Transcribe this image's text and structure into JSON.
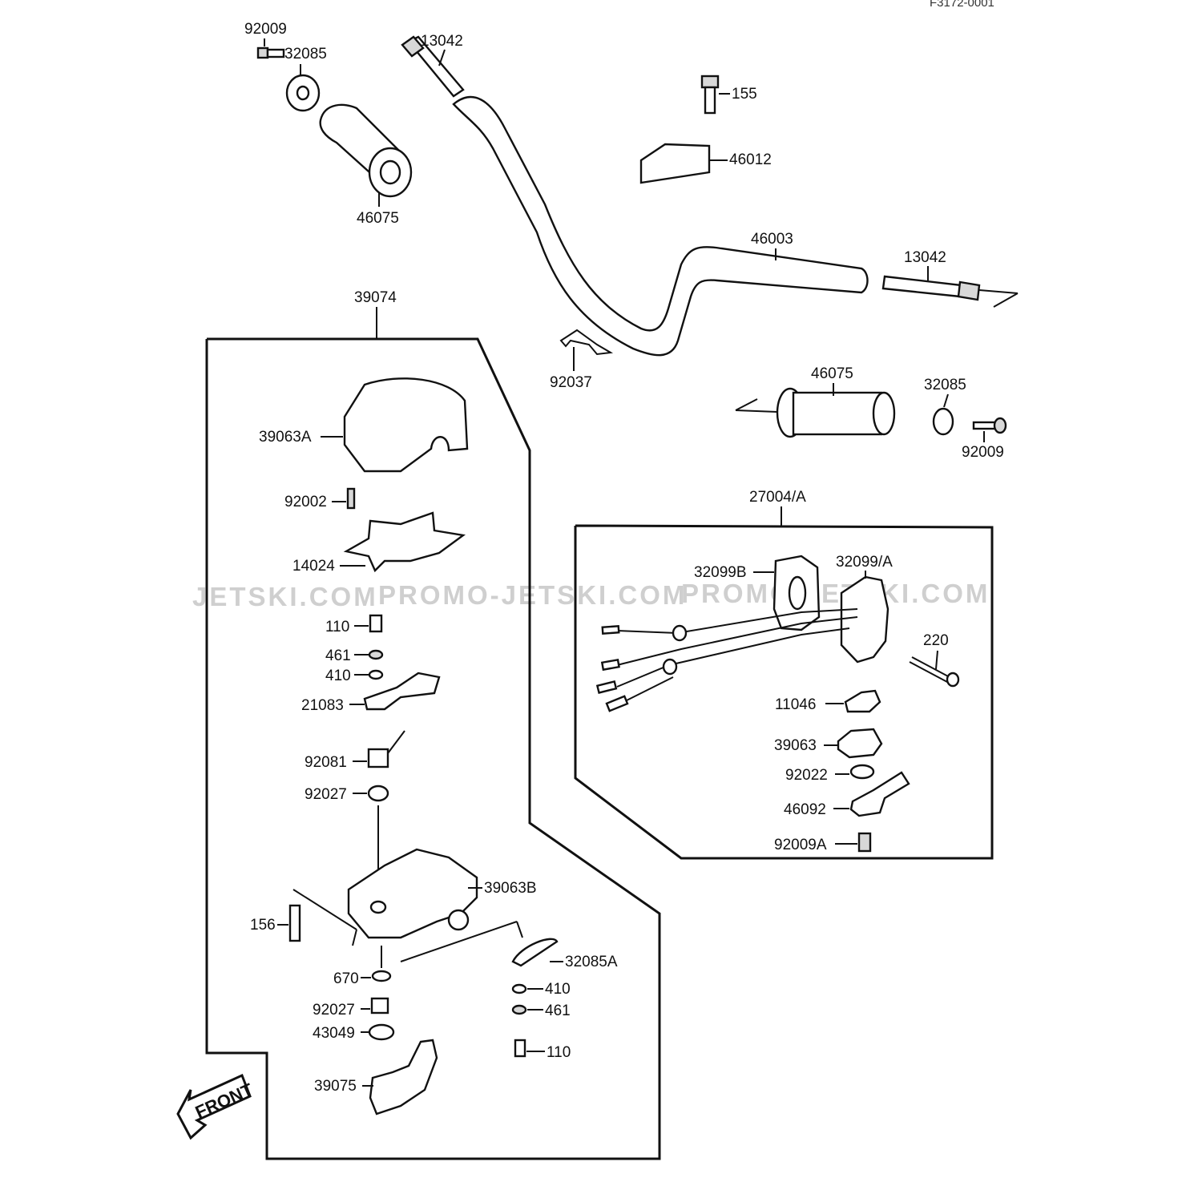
{
  "diagram": {
    "drawing_code": "F3172-0001",
    "watermarks": [
      "JETSKI.COM",
      "PROMO-JETSKI.COM",
      "PROMO-JETSKI.COM"
    ],
    "front_label": "FRONT",
    "groups": {
      "left_assembly": "39074",
      "right_assembly": "27004/A"
    },
    "labels": {
      "p92009_top": "92009",
      "p32085_top": "32085",
      "p13042_top": "13042",
      "p155": "155",
      "p46012": "46012",
      "p46075_top": "46075",
      "p46003": "46003",
      "p13042_right": "13042",
      "p92037": "92037",
      "p46075_right": "46075",
      "p32085_right": "32085",
      "p92009_right": "92009",
      "p39063A": "39063A",
      "p92002": "92002",
      "p14024": "14024",
      "p110_a": "110",
      "p461_a": "461",
      "p410_a": "410",
      "p21083": "21083",
      "p92081": "92081",
      "p92027_a": "92027",
      "p39063B": "39063B",
      "p156": "156",
      "p670": "670",
      "p32085A": "32085A",
      "p410_b": "410",
      "p461_b": "461",
      "p92027_b": "92027",
      "p43049": "43049",
      "p110_b": "110",
      "p39075": "39075",
      "p32099B": "32099B",
      "p32099A": "32099/A",
      "p220": "220",
      "p11046": "11046",
      "p39063": "39063",
      "p92022": "92022",
      "p46092": "46092",
      "p92009A": "92009A"
    }
  }
}
